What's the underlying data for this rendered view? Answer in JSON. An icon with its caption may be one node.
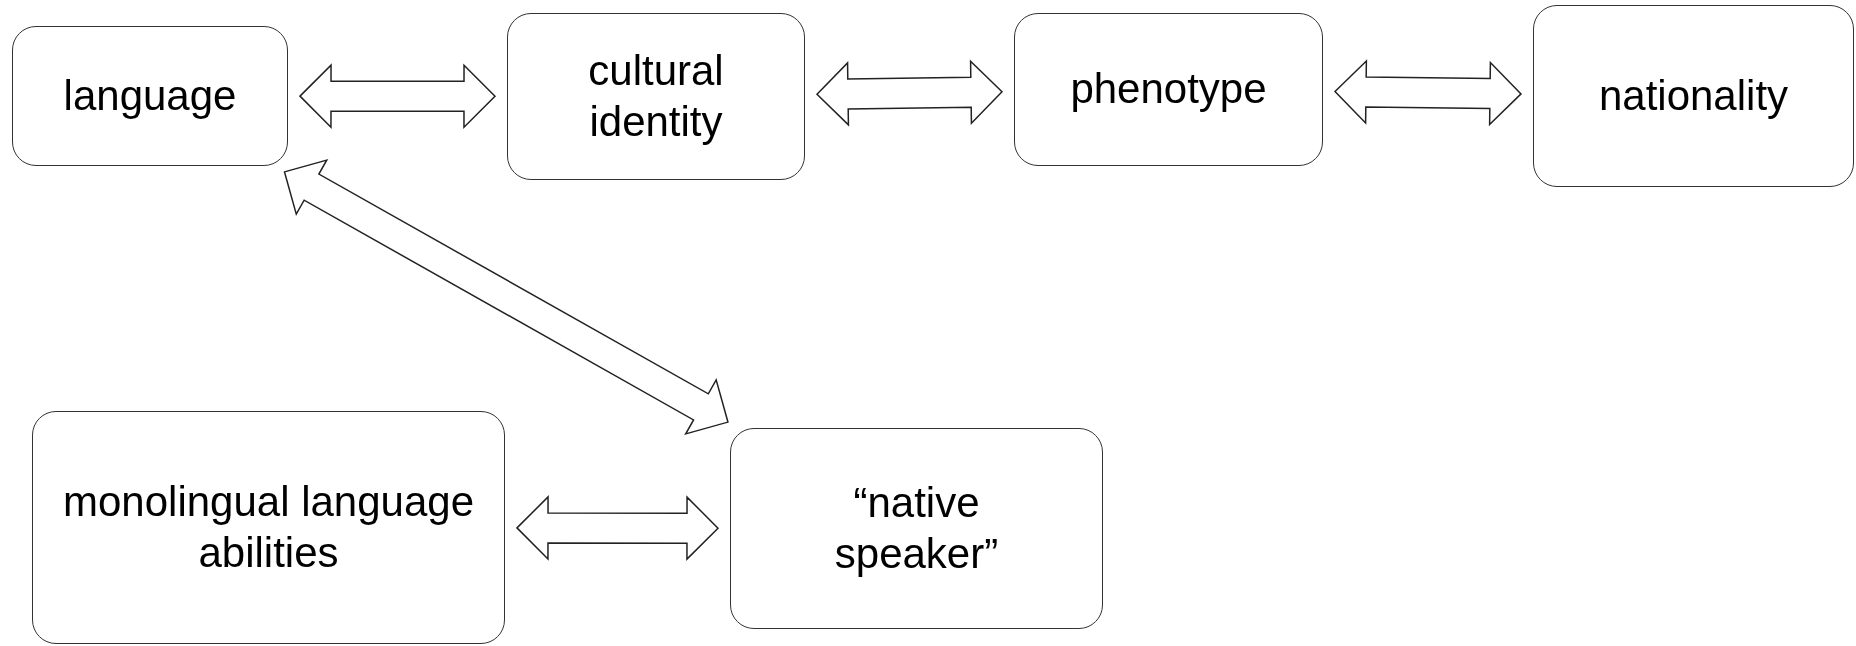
{
  "diagram": {
    "nodes": [
      {
        "text": [
          "language"
        ]
      },
      {
        "text": [
          "cultural identity"
        ]
      },
      {
        "text": [
          "phenotype"
        ]
      },
      {
        "text": [
          "nationality"
        ]
      },
      {
        "text": [
          "monolingual language abilities"
        ]
      },
      {
        "text": [
          "“native speaker”"
        ]
      }
    ],
    "edges": [
      {
        "from": 0,
        "to": 1,
        "arrow": "both"
      },
      {
        "from": 1,
        "to": 2,
        "arrow": "both"
      },
      {
        "from": 2,
        "to": 3,
        "arrow": "both"
      },
      {
        "from": 0,
        "to": 5,
        "arrow": "both"
      },
      {
        "from": 4,
        "to": 5,
        "arrow": "both"
      }
    ]
  }
}
